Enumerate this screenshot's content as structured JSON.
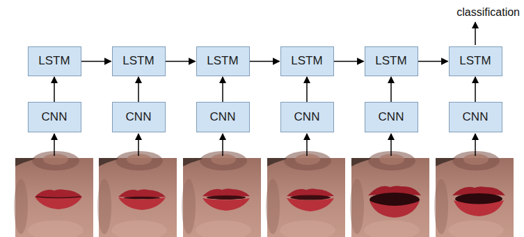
{
  "diagram": {
    "nodes": [
      {
        "text": [
          "LSTM"
        ]
      },
      {
        "text": [
          "LSTM"
        ]
      },
      {
        "text": [
          "LSTM"
        ]
      },
      {
        "text": [
          "LSTM"
        ]
      },
      {
        "text": [
          "LSTM"
        ]
      },
      {
        "text": [
          "LSTM"
        ]
      },
      {
        "text": [
          "CNN"
        ]
      },
      {
        "text": [
          "CNN"
        ]
      },
      {
        "text": [
          "CNN"
        ]
      },
      {
        "text": [
          "CNN"
        ]
      },
      {
        "text": [
          "CNN"
        ]
      },
      {
        "text": [
          "CNN"
        ]
      }
    ],
    "edges": [
      {
        "from": 6,
        "to": 0,
        "arrow": "to"
      },
      {
        "from": 7,
        "to": 1,
        "arrow": "to"
      },
      {
        "from": 8,
        "to": 2,
        "arrow": "to"
      },
      {
        "from": 9,
        "to": 3,
        "arrow": "to"
      },
      {
        "from": 10,
        "to": 4,
        "arrow": "to"
      },
      {
        "from": 11,
        "to": 5,
        "arrow": "to"
      },
      {
        "from": 0,
        "to": 1,
        "arrow": "to"
      },
      {
        "from": 1,
        "to": 2,
        "arrow": "to"
      },
      {
        "from": 2,
        "to": 3,
        "arrow": "to"
      },
      {
        "from": 3,
        "to": 4,
        "arrow": "to"
      },
      {
        "from": 4,
        "to": 5,
        "arrow": "to"
      }
    ],
    "labels": [
      "classification"
    ]
  }
}
